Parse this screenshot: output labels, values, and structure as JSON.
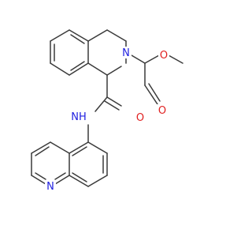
{
  "molecule": {
    "atoms": {
      "n_ring": "N",
      "n_amide": "NH",
      "n_quinoline": "N",
      "o_ester_single": "O",
      "o_ester_double": "O",
      "o_amide": "O"
    },
    "colors": {
      "bond": "#3a3a3a",
      "nitrogen": "#1f1fe0",
      "oxygen": "#e01f1f"
    }
  }
}
